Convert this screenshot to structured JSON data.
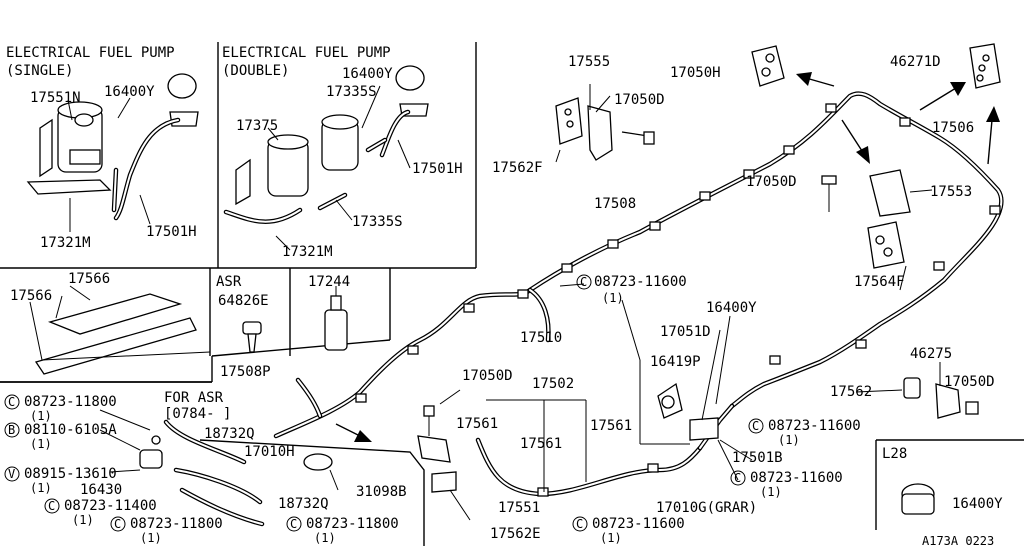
{
  "panels": {
    "single_pump_title": "ELECTRICAL FUEL PUMP",
    "single_pump_sub": "(SINGLE)",
    "double_pump_title": "ELECTRICAL FUEL PUMP",
    "double_pump_sub": "(DOUBLE)",
    "asr_label": "ASR",
    "for_asr_label": "FOR ASR",
    "for_asr_range": "[0784-      ]",
    "l28_label": "L28"
  },
  "labels": {
    "p17551N": "17551N",
    "p16400Y_a": "16400Y",
    "p17321M_a": "17321M",
    "p17501H_a": "17501H",
    "p16400Y_b": "16400Y",
    "p17335S_a": "17335S",
    "p17375": "17375",
    "p17501H_b": "17501H",
    "p17335S_b": "17335S",
    "p17321M_b": "17321M",
    "p17566_a": "17566",
    "p17566_b": "17566",
    "p64826E": "64826E",
    "p17244": "17244",
    "p17555": "17555",
    "p17050H": "17050H",
    "p17050D_a": "17050D",
    "p17562F": "17562F",
    "p46271D": "46271D",
    "p17506": "17506",
    "p17050D_b": "17050D",
    "p17553": "17553",
    "p17508": "17508",
    "p17564F": "17564F",
    "p08723_11600_a": "08723-11600",
    "qty_a": "(1)",
    "p16400Y_c": "16400Y",
    "p17510": "17510",
    "p17051D": "17051D",
    "p16419P": "16419P",
    "p46275": "46275",
    "p17508P": "17508P",
    "p17050D_c": "17050D",
    "p17502": "17502",
    "p17562": "17562",
    "p17050D_d": "17050D",
    "p08723_11800_a": "08723-11800",
    "qty_b": "(1)",
    "p08110_6105A": "08110-6105A",
    "qty_c": "(1)",
    "p18732Q_a": "18732Q",
    "p17561_a": "17561",
    "p17561_b": "17561",
    "p17561_c": "17561",
    "p08723_11600_b": "08723-11600",
    "qty_d": "(1)",
    "p08915_13610": "08915-13610",
    "qty_e": "(1)",
    "p17010H": "17010H",
    "p16430": "16430",
    "p17501B": "17501B",
    "p08723_11600_c": "08723-11600",
    "qty_f": "(1)",
    "p08723_11400": "08723-11400",
    "qty_g": "(1)",
    "p18732Q_b": "18732Q",
    "p31098B": "31098B",
    "p17551": "17551",
    "p17010G": "17010G(GRAR)",
    "p16400Y_d": "16400Y",
    "p08723_11800_b": "08723-11800",
    "qty_h": "(1)",
    "p08723_11800_c": "08723-11800",
    "qty_i": "(1)",
    "p17562E": "17562E",
    "p08723_11600_d": "08723-11600",
    "qty_j": "(1)"
  },
  "prefix_letters": {
    "c": "C",
    "b": "B",
    "v": "V"
  },
  "footer": {
    "code": "A173A 0223"
  }
}
